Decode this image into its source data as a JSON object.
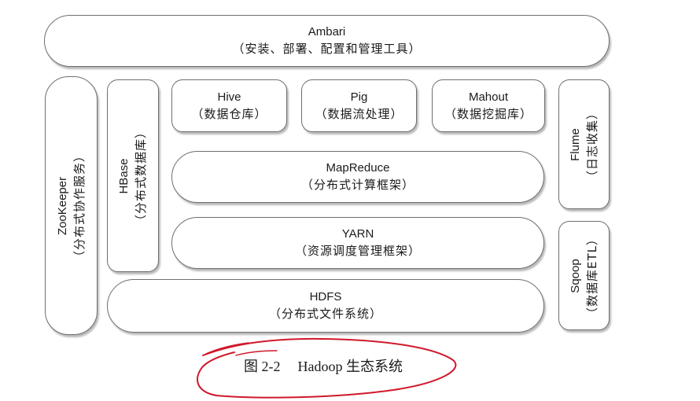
{
  "ambari": {
    "name": "Ambari",
    "desc": "（安装、部署、配置和管理工具）"
  },
  "zookeeper": {
    "name": "ZooKeeper",
    "desc": "（分布式协作服务）"
  },
  "hbase": {
    "name": "HBase",
    "desc": "（分布式数据库）"
  },
  "hive": {
    "name": "Hive",
    "desc": "（数据仓库）"
  },
  "pig": {
    "name": "Pig",
    "desc": "（数据流处理）"
  },
  "mahout": {
    "name": "Mahout",
    "desc": "（数据挖掘库）"
  },
  "flume": {
    "name": "Flume",
    "desc": "（日志收集）"
  },
  "mapreduce": {
    "name": "MapReduce",
    "desc": "（分布式计算框架）"
  },
  "yarn": {
    "name": "YARN",
    "desc": "（资源调度管理框架）"
  },
  "sqoop": {
    "name": "Sqoop",
    "desc": "（数据库ETL）"
  },
  "hdfs": {
    "name": "HDFS",
    "desc": "（分布式文件系统）"
  },
  "caption": {
    "number": "图 2-2",
    "title": "Hadoop 生态系统"
  },
  "colors": {
    "border": "#6f6f6f",
    "annotation": "#d0192b"
  }
}
